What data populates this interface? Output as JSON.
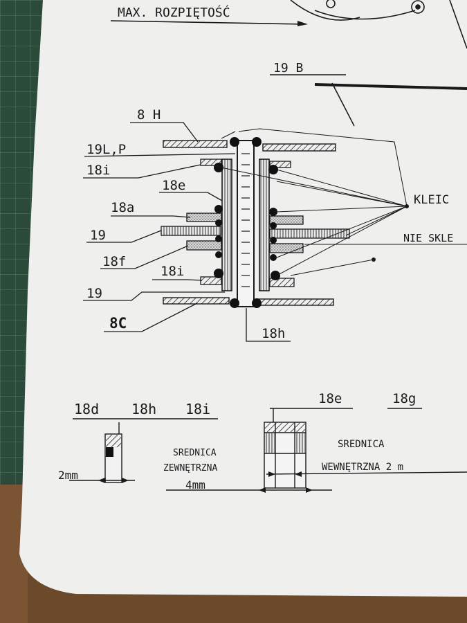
{
  "colors": {
    "mat": "#2c4a3a",
    "wood": "#6b4a2c",
    "paper": "#efefee",
    "ink": "#1a1a1a"
  },
  "labels": {
    "max_span": "MAX. ROZPIĘTOŚĆ",
    "l19b": "19 B",
    "l8h": "8 H",
    "l19lp": "19L,P",
    "l18i_top": "18i",
    "l18e": "18e",
    "l18a": "18a",
    "l19_a": "19",
    "l18f": "18f",
    "l18i_bot": "18i",
    "l19_b": "19",
    "l8c": "8C",
    "l18h": "18h",
    "kleic": "KLEIC",
    "nie_skle": "NIE SKLE",
    "d_18d": "18d",
    "d_18h": "18h",
    "d_18i": "18i",
    "d_2mm": "2mm",
    "d_srednica1": "SREDNICA",
    "d_zewn": "ZEWNĘTRZNA",
    "d_4mm": "4mm",
    "d_18e": "18e",
    "d_18g": "18g",
    "d_srednica2": "SREDNICA",
    "d_wewn": "WEWNĘTRZNA  2 m"
  }
}
